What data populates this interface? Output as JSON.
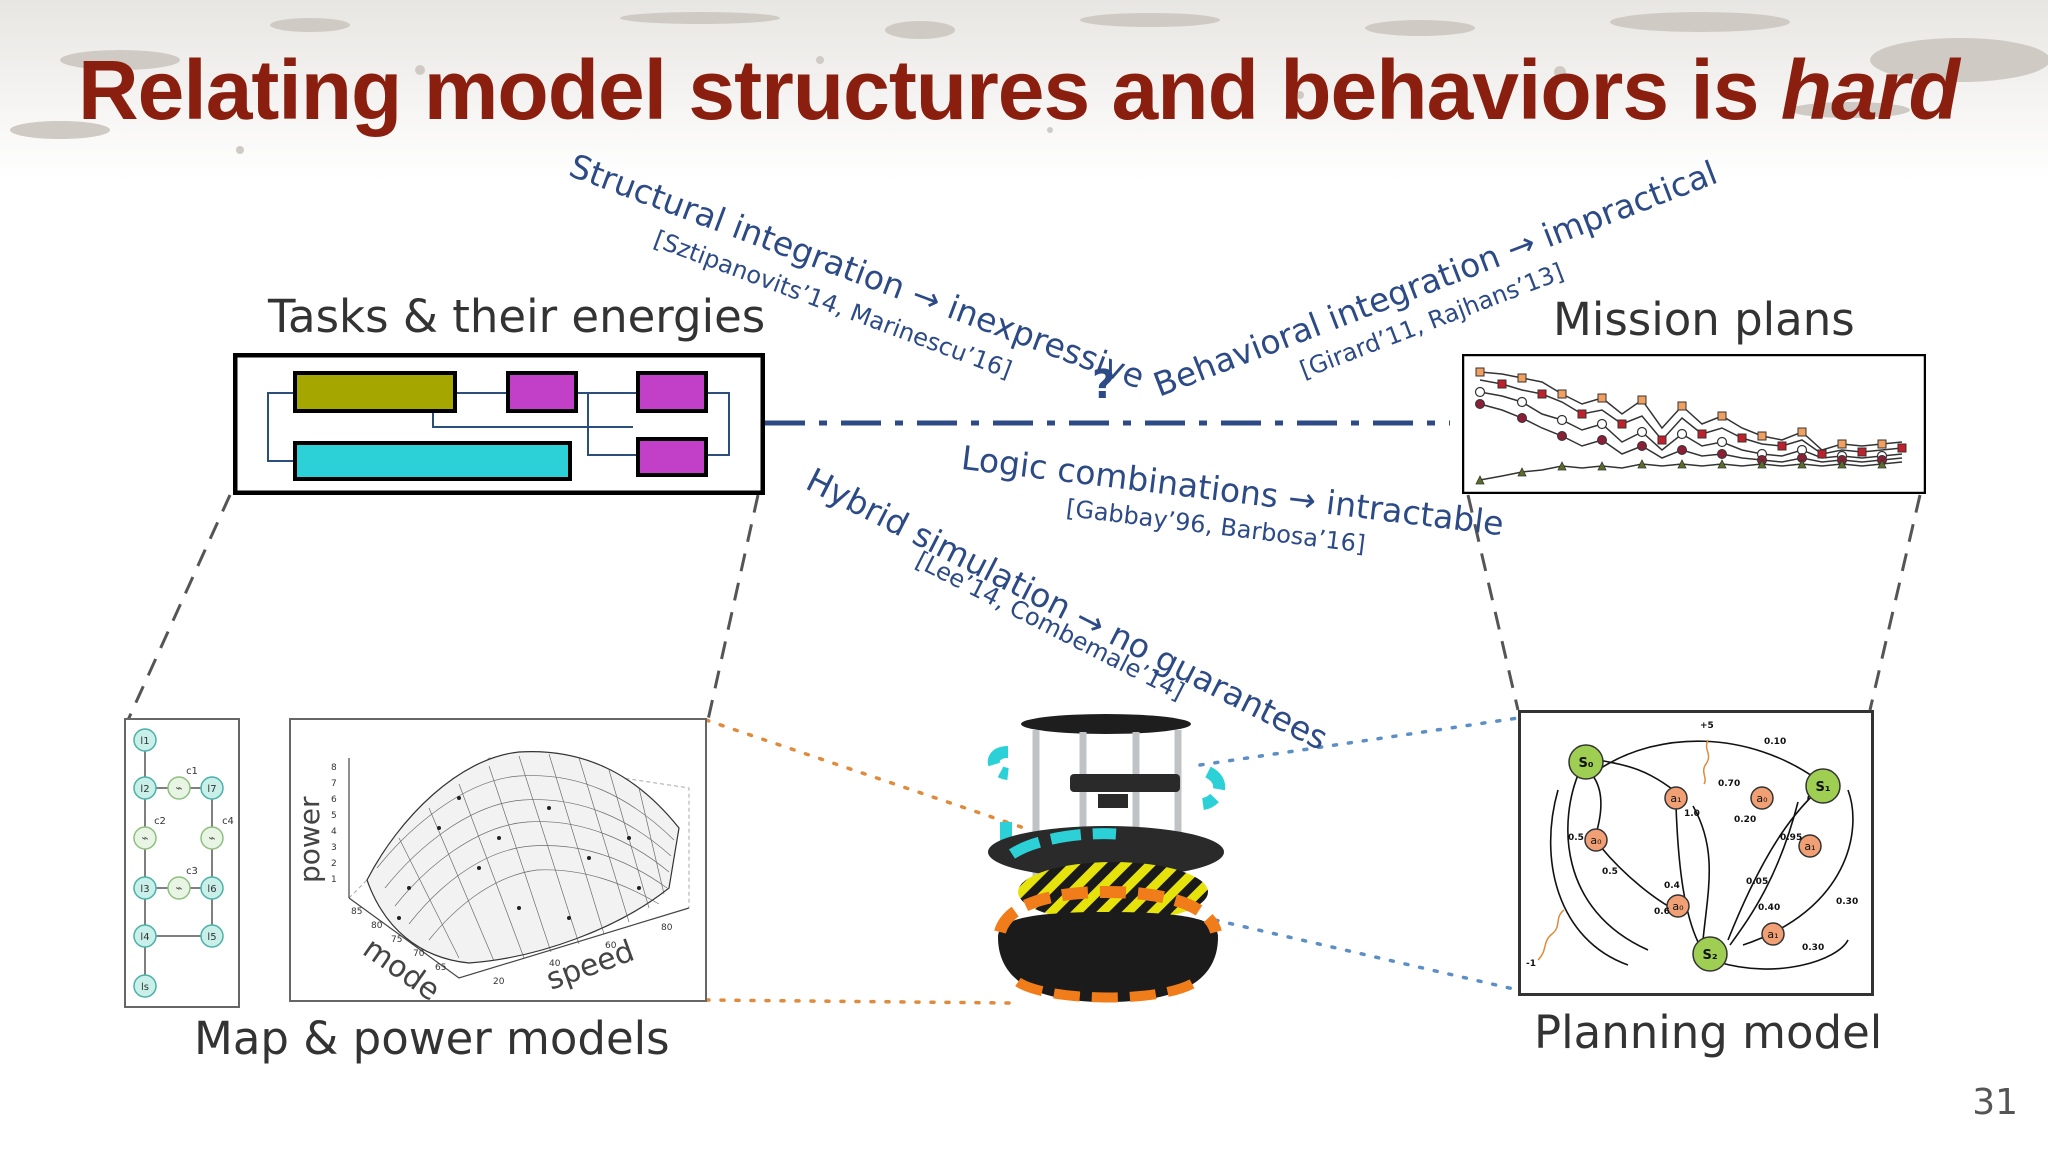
{
  "title": {
    "main": "Relating model structures and behaviors is ",
    "emph": "hard"
  },
  "labels": {
    "tasks": "Tasks & their energies",
    "mission": "Mission plans",
    "map_power": "Map & power models",
    "planning": "Planning model"
  },
  "approaches": {
    "structural": {
      "text": "Structural integration → inexpressive",
      "cite": "[Sztipanovits’14, Marinescu’16]"
    },
    "behavioral": {
      "text": "Behavioral integration → impractical",
      "cite": "[Girard’11, Rajhans’13]"
    },
    "logic": {
      "text": "Logic combinations → intractable",
      "cite": "[Gabbay’96, Barbosa’16]"
    },
    "hybrid": {
      "text": "Hybrid simulation → no guarantees",
      "cite": "[Lee’14, Combemale’14]"
    },
    "question": "?"
  },
  "map_nodes": [
    "l1",
    "l2",
    "l7",
    "l3",
    "l6",
    "l4",
    "l5",
    "ls"
  ],
  "map_edge_labels": [
    "c1",
    "c2",
    "c4",
    "c3"
  ],
  "plot3d": {
    "zlabel": "power",
    "xlabel": "mode",
    "ylabel": "speed",
    "x_ticks": [
      "85",
      "80",
      "75",
      "70",
      "65"
    ],
    "y_ticks": [
      "20",
      "40",
      "60",
      "80"
    ],
    "z_ticks": [
      "8",
      "7",
      "6",
      "5",
      "4",
      "3",
      "2",
      "1"
    ]
  },
  "planning_model": {
    "states": [
      "S₀",
      "S₁",
      "S₂"
    ],
    "actions": [
      "a₁",
      "a₀",
      "a₀",
      "a₁",
      "a₀",
      "a₁"
    ],
    "probs": [
      "0.10",
      "0.70",
      "1.0",
      "0.20",
      "0.95",
      "0.5",
      "0.5",
      "0.4",
      "0.05",
      "0.6",
      "0.40",
      "0.30",
      "0.30"
    ],
    "rewards": [
      "+5",
      "-1"
    ]
  },
  "page_number": "31",
  "colors": {
    "title": "#8b1f0f",
    "annotation": "#2c4a86",
    "olive": "#a6a600",
    "magenta": "#c23fc8",
    "cyan": "#2bd1d6"
  }
}
